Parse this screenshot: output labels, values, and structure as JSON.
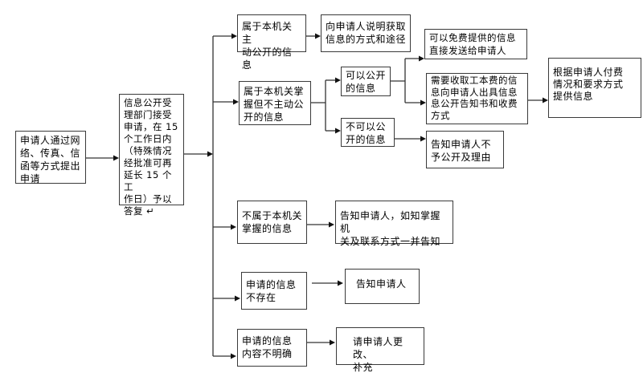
{
  "diagram": {
    "type": "flowchart",
    "nodes": {
      "submit": {
        "text": "申请人通过网\n络、传真、信\n函等方式提出\n申请"
      },
      "accept": {
        "text": "信息公开受\n理部门接受\n申请，在 15\n个工作日内\n（特殊情况\n经批准可再\n延长 15 个工\n作日）予以\n答复 ↵"
      },
      "proactive": {
        "text": " 属于本机关主\n动公开的信息"
      },
      "explain": {
        "text": " 向申请人说明获取\n信息的方式和途径"
      },
      "held_not_proactive": {
        "text": "属于本机关掌\n握但不主动公\n开的信息"
      },
      "can_disclose": {
        "text": "可以公开\n的信息"
      },
      "cannot_disclose": {
        "text": " 不可以公\n开的信息"
      },
      "free_provide": {
        "text": "可以免费提供的信息\n 直接发送给申请人"
      },
      "fee_required": {
        "text": "需要收取工本费的信\n息向申请人出具信息\n息公开告知书和收费\n方式"
      },
      "provide_by_payment": {
        "text": "根据申请人付费\n情况和要求方式\n提供信息"
      },
      "notify_refuse": {
        "text": " 告知申请人不\n予公开及理由"
      },
      "not_held": {
        "text": "不属于本机关\n掌握的信息"
      },
      "notify_other_agency": {
        "text": "告知申请人，如知掌握机\n关及联系方式一并告知"
      },
      "not_exist": {
        "text": "申请的信息\n不存在"
      },
      "notify_applicant": {
        "text": "告知申请人"
      },
      "unclear": {
        "text": "申请的信息\n内容不明确"
      },
      "ask_revise": {
        "text": "请申请人更改、\n补充"
      }
    },
    "edges": [
      [
        "submit",
        "accept"
      ],
      [
        "accept",
        "proactive"
      ],
      [
        "accept",
        "held_not_proactive"
      ],
      [
        "accept",
        "not_held"
      ],
      [
        "accept",
        "not_exist"
      ],
      [
        "accept",
        "unclear"
      ],
      [
        "proactive",
        "explain"
      ],
      [
        "held_not_proactive",
        "can_disclose"
      ],
      [
        "held_not_proactive",
        "cannot_disclose"
      ],
      [
        "can_disclose",
        "free_provide"
      ],
      [
        "can_disclose",
        "fee_required"
      ],
      [
        "fee_required",
        "provide_by_payment"
      ],
      [
        "cannot_disclose",
        "notify_refuse"
      ],
      [
        "not_held",
        "notify_other_agency"
      ],
      [
        "not_exist",
        "notify_applicant"
      ],
      [
        "unclear",
        "ask_revise"
      ]
    ]
  }
}
